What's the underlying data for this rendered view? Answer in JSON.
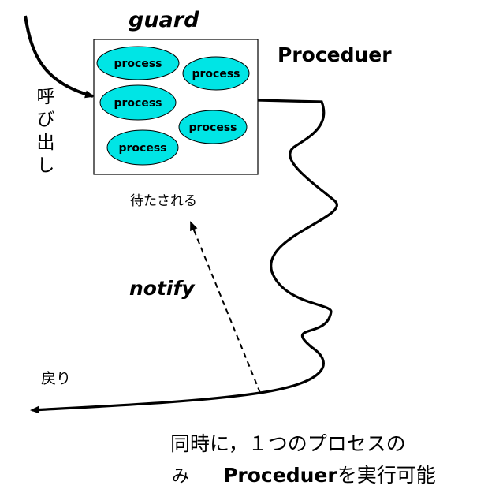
{
  "guard_label": "guard",
  "procedure_label": "Proceduer",
  "call_label": "呼び出し",
  "waiting_label": "待たされる",
  "notify_label": "notify",
  "return_label": "戻り",
  "processes": [
    "process",
    "process",
    "process",
    "process",
    "process"
  ],
  "note": {
    "line1": "同時に，１つのプロセスの",
    "line2_prefix": "み",
    "line2_word": "Proceduer",
    "line2_suffix": "を実行可能"
  },
  "colors": {
    "process_fill": "#00e5e5",
    "box_fill": "#ffffff",
    "ink": "#000000"
  }
}
